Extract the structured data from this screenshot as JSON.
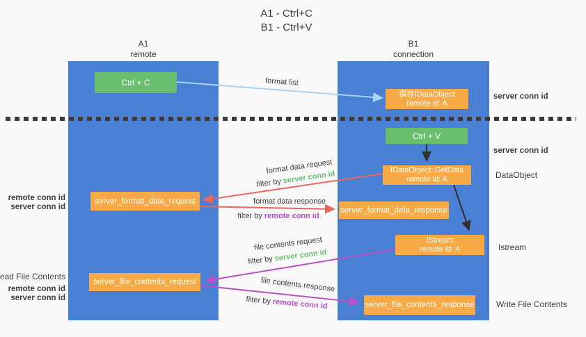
{
  "title": {
    "line1": "A1 - Ctrl+C",
    "line2": "B1 - Ctrl+V"
  },
  "lanes": {
    "a1": {
      "name": "A1",
      "subtitle": "remote"
    },
    "b1": {
      "name": "B1",
      "subtitle": "connection"
    }
  },
  "nodes": {
    "ctrl_c": {
      "label": "Ctrl + C"
    },
    "save_dataobject": {
      "line1": "保存IDataObject",
      "line2": "remote id: A"
    },
    "ctrl_v": {
      "label": "Ctrl + V"
    },
    "getdata": {
      "line1": "IDataObject::GetData",
      "line2": "remote id: A"
    },
    "format_request": {
      "label": "server_format_data_request"
    },
    "format_response": {
      "label": "server_format_data_response"
    },
    "istream": {
      "line1": "IStream",
      "line2": "remote id: A"
    },
    "file_request": {
      "label": "server_file_contents_request"
    },
    "file_response": {
      "label": "server_file_contents_response"
    }
  },
  "edge_labels": {
    "format_list": "format list",
    "format_data_request": "format data request",
    "format_data_response": "format data response",
    "file_contents_request": "file contents request",
    "file_contents_response": "file contents response",
    "filter_by": "filter by",
    "server_conn_id": "server conn id",
    "remote_conn_id": "remote conn id"
  },
  "side_labels": {
    "right_server_conn_id_1": "server conn id",
    "right_server_conn_id_2": "server conn id",
    "dataobject": "DataObject",
    "istream": "Istream",
    "write_file_contents": "Write File Contents",
    "left_remote_conn_id_1": "remote conn id",
    "left_server_conn_id_1": "server conn id",
    "read_file_contents": "Read File Contents",
    "left_remote_conn_id_2": "remote conn id",
    "left_server_conn_id_2": "server conn id"
  },
  "colors": {
    "lane_blue": "#4a80d4",
    "box_green": "#6abf6e",
    "box_orange": "#f8aa46",
    "arrow_red": "#e8685e",
    "arrow_purple": "#bc50c8",
    "arrow_light_blue": "#a9d3f2",
    "arrow_black": "#2f2f2f",
    "text_green": "#6abf6e",
    "text_purple": "#b44fc6",
    "text_dark": "#3e3e3e"
  }
}
